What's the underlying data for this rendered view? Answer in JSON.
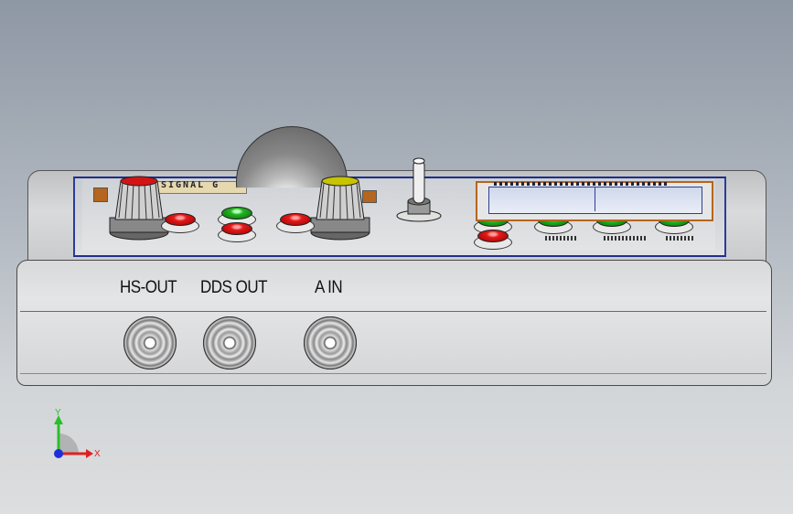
{
  "device": {
    "panel_title": "SIGNAL G",
    "connectors": [
      {
        "id": "hs-out",
        "label": "HS-OUT"
      },
      {
        "id": "dds-out",
        "label": "DDS OUT"
      },
      {
        "id": "a-in",
        "label": "A IN"
      }
    ],
    "colors": {
      "panel_border": "#2a3b9c",
      "button_red": "#e21a1a",
      "button_green": "#22b522",
      "knob_red_cap": "#d41414",
      "knob_yellow_cap": "#c8c400",
      "screen_frame": "#b5651d"
    }
  },
  "triad": {
    "y_label": "Y",
    "x_label": "X",
    "colors": {
      "y": "#2bbf2b",
      "x": "#e02020",
      "z": "#1f2fd6"
    }
  }
}
